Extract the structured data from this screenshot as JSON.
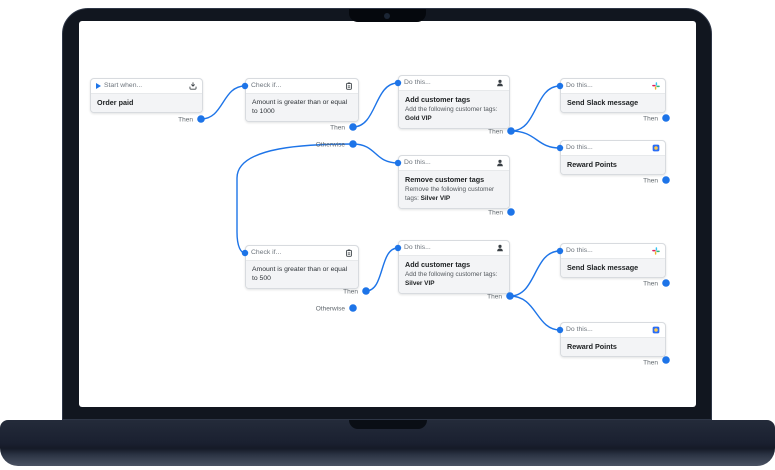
{
  "colors": {
    "accent": "#1d74e8",
    "slack": [
      "#36C5F0",
      "#2EB67D",
      "#ECB22E",
      "#E01E5A"
    ]
  },
  "labels": {
    "then": "Then",
    "otherwise": "Otherwise"
  },
  "nodes": [
    {
      "header": "Start when...",
      "title": "Order paid",
      "icon": "order-tray-icon"
    },
    {
      "header": "Check if...",
      "condition": "Amount is greater than or equal to 1000",
      "icon": "condition-icon"
    },
    {
      "header": "Do this...",
      "title": "Add customer tags",
      "desc": "Add the following customer tags:",
      "value": "Gold VIP",
      "icon": "customer-icon"
    },
    {
      "header": "Do this...",
      "title": "Send Slack message",
      "icon": "slack-icon"
    },
    {
      "header": "Do this...",
      "title": "Reward Points",
      "icon": "reward-points-icon"
    },
    {
      "header": "Do this...",
      "title": "Remove customer tags",
      "desc": "Remove the following customer tags:",
      "value": "Silver VIP",
      "icon": "customer-icon"
    },
    {
      "header": "Check if...",
      "condition": "Amount is greater than or equal to 500",
      "icon": "condition-icon"
    },
    {
      "header": "Do this...",
      "title": "Add customer tags",
      "desc": "Add the following customer tags:",
      "value": "Silver VIP",
      "icon": "customer-icon"
    },
    {
      "header": "Do this...",
      "title": "Send Slack message",
      "icon": "slack-icon"
    },
    {
      "header": "Do this...",
      "title": "Reward Points",
      "icon": "reward-points-icon"
    }
  ]
}
